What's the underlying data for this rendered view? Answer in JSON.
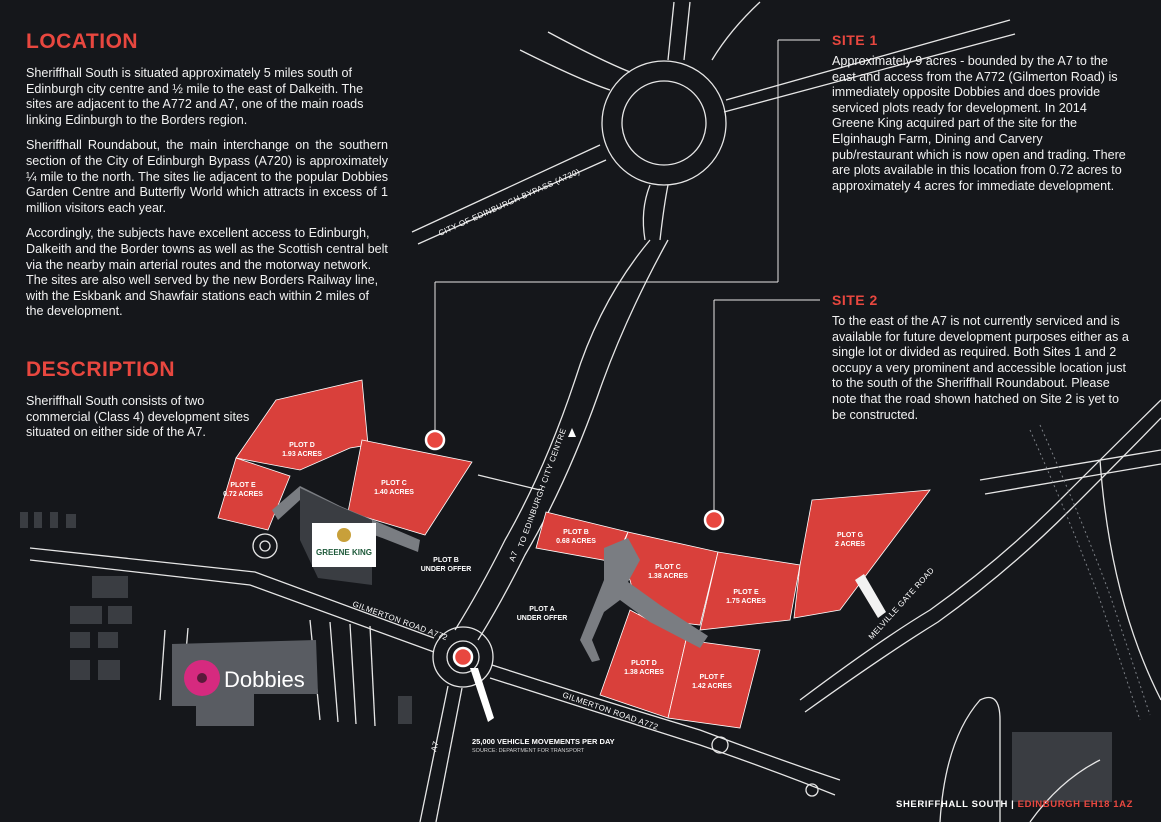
{
  "location": {
    "heading": "LOCATION",
    "paragraphs": [
      "Sheriffhall South is situated approximately 5 miles south of Edinburgh city centre and ½ mile to the east of Dalkeith. The sites are adjacent to the A772 and A7, one of the main roads linking Edinburgh to the Borders region.",
      "Sheriffhall Roundabout, the main interchange on the southern section of the City of Edinburgh Bypass (A720) is approximately ¼ mile to the north. The sites lie adjacent to the popular Dobbies Garden Centre and Butterfly World which attracts in excess of 1 million visitors each year.",
      "Accordingly, the subjects have excellent access to Edinburgh, Dalkeith and the Border towns as well as the Scottish central belt via the nearby main arterial routes and the motorway network. The sites are also well served by the new Borders Railway line, with the Eskbank and Shawfair stations each within 2 miles of the development."
    ]
  },
  "description": {
    "heading": "DESCRIPTION",
    "text": "Sheriffhall South consists of two commercial (Class 4) development sites situated on either side of the A7."
  },
  "site1": {
    "heading": "SITE 1",
    "text": "Approximately 9 acres - bounded by the A7 to the east and access from the A772 (Gilmerton Road) is immediately opposite Dobbies and does provide serviced plots ready for development. In 2014 Greene King acquired part of the site for the Elginhaugh Farm, Dining and Carvery pub/restaurant which is now open and trading. There are plots available in this location from 0.72 acres to approximately 4 acres for immediate development."
  },
  "site2": {
    "heading": "SITE 2",
    "text": "To the east of the A7 is not currently serviced and is available for future development purposes either as a single lot or divided as required. Both Sites 1 and 2 occupy a very prominent and accessible location just to the south of the Sheriffhall Roundabout. Please note that the road shown hatched on Site 2 is yet to be constructed."
  },
  "map": {
    "roads": {
      "bypass": "CITY OF EDINBURGH BYPASS (A720)",
      "to_city": "TO EDINBURGH CITY CENTRE",
      "a7_north": "A7",
      "a7_south": "A7",
      "gilmerton_west": "GILMERTON ROAD A772",
      "gilmerton_east": "GILMERTON ROAD A772",
      "melville": "MELVILLE GATE ROAD"
    },
    "site1_plots": [
      {
        "name": "PLOT D",
        "area": "1.93 ACRES"
      },
      {
        "name": "PLOT C",
        "area": "1.40 ACRES"
      },
      {
        "name": "PLOT E",
        "area": "0.72 ACRES"
      },
      {
        "name": "PLOT B",
        "area": "UNDER OFFER"
      }
    ],
    "site2_plots": [
      {
        "name": "PLOT B",
        "area": "0.68 ACRES"
      },
      {
        "name": "PLOT C",
        "area": "1.38 ACRES"
      },
      {
        "name": "PLOT E",
        "area": "1.75 ACRES"
      },
      {
        "name": "PLOT G",
        "area": "2 ACRES"
      },
      {
        "name": "PLOT D",
        "area": "1.38 ACRES"
      },
      {
        "name": "PLOT F",
        "area": "1.42 ACRES"
      },
      {
        "name": "PLOT A",
        "area": "UNDER OFFER"
      }
    ],
    "greene_king": "GREENE KING",
    "dobbies": "Dobbies",
    "traffic": "25,000 VEHICLE MOVEMENTS PER DAY",
    "traffic_source": "SOURCE: DEPARTMENT FOR TRANSPORT"
  },
  "footer": {
    "left": "SHERIFFHALL SOUTH",
    "sep": "|",
    "right": "EDINBURGH EH18 1AZ"
  },
  "colors": {
    "background": "#15171b",
    "accent": "#e8473f",
    "road_line": "#e6e6e6",
    "building": "#3a3d42"
  }
}
